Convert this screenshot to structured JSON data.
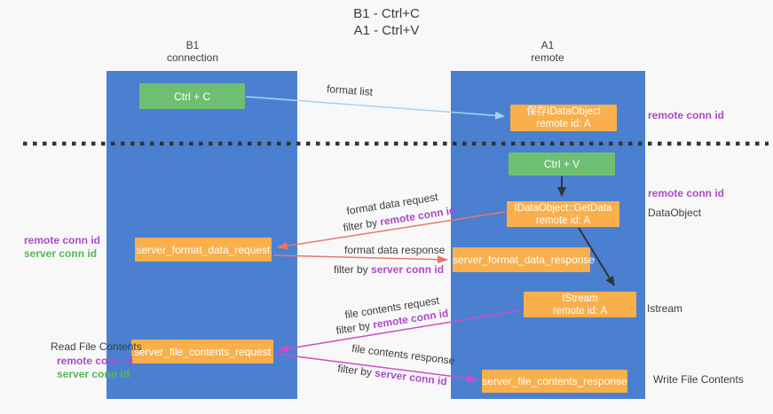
{
  "title": {
    "line1": "B1 - Ctrl+C",
    "line2": "A1 - Ctrl+V"
  },
  "columns": {
    "left": {
      "name": "B1",
      "role": "connection"
    },
    "right": {
      "name": "A1",
      "role": "remote"
    }
  },
  "boxes": {
    "ctrl_c": {
      "label": "Ctrl + C"
    },
    "ctrl_v": {
      "label": "Ctrl + V"
    },
    "save_dataobject": {
      "line1": "保存IDataObject",
      "line2": "remote id: A"
    },
    "getdata": {
      "line1": "IDataObject::GetData",
      "line2": "remote id: A"
    },
    "istream": {
      "line1": "IStream",
      "line2": "remote id: A"
    },
    "format_request": {
      "label": "server_format_data_request"
    },
    "format_response": {
      "label": "server_format_data_response"
    },
    "file_request": {
      "label": "server_file_contents_request"
    },
    "file_response": {
      "label": "server_file_contents_response"
    }
  },
  "flows": {
    "format_list": {
      "label": "format list"
    },
    "format_request": {
      "label": "format data request",
      "filter_prefix": "filter by",
      "filter_key": "remote conn id"
    },
    "format_response": {
      "label": "format data response",
      "filter_prefix": "filter by",
      "filter_key": "server conn id"
    },
    "file_request": {
      "label": "file contents request",
      "filter_prefix": "filter by",
      "filter_key": "remote conn id"
    },
    "file_response": {
      "label": "file contents response",
      "filter_prefix": "filter by",
      "filter_key": "server conn id"
    }
  },
  "annotations": {
    "right_remote_conn_top": "remote conn id",
    "right_remote_conn_mid": "remote conn id",
    "dataobject": "DataObject",
    "istream": "Istream",
    "write_file_contents": "Write File Contents",
    "read_file_contents": "Read File Contents",
    "left_format": {
      "remote": "remote conn id",
      "server": "server conn id"
    },
    "left_file": {
      "remote": "remote conn id",
      "server": "server conn id"
    }
  },
  "colors": {
    "bg": "#f8f8f8",
    "column_blue": "#4b80d1",
    "box_orange": "#f9af4b",
    "box_green": "#6fbf73",
    "arrow_lightblue": "#a9d3f2",
    "arrow_salmon": "#e8766e",
    "arrow_magenta": "#cb4dc8",
    "label_purple": "#ab4bc8",
    "label_green": "#53b957",
    "text_dark": "#3d3d3d",
    "dash_dark": "#333333"
  }
}
